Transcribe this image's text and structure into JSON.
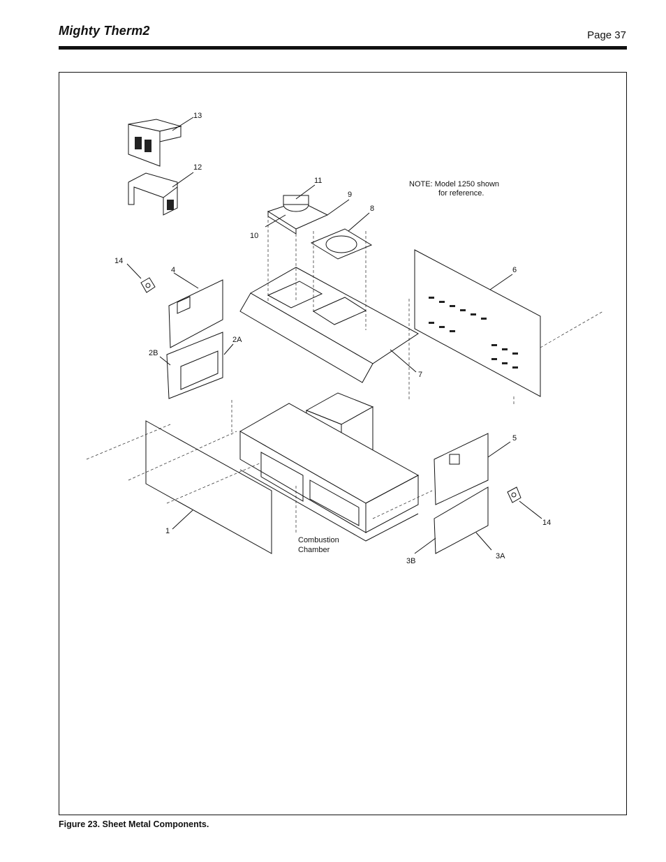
{
  "header": {
    "brand": "Mighty Therm2",
    "page_label": "Page 37"
  },
  "figure": {
    "caption": "Figure 23. Sheet Metal Components.",
    "note_line1": "NOTE: Model 1250 shown",
    "note_line2": "for reference.",
    "combustion_line1": "Combustion",
    "combustion_line2": "Chamber",
    "callouts": {
      "c1": "1",
      "c2a": "2A",
      "c2b": "2B",
      "c3a": "3A",
      "c3b": "3B",
      "c4": "4",
      "c5": "5",
      "c6": "6",
      "c7": "7",
      "c8": "8",
      "c9": "9",
      "c10": "10",
      "c11": "11",
      "c12": "12",
      "c13": "13",
      "c14a": "14",
      "c14b": "14"
    }
  }
}
